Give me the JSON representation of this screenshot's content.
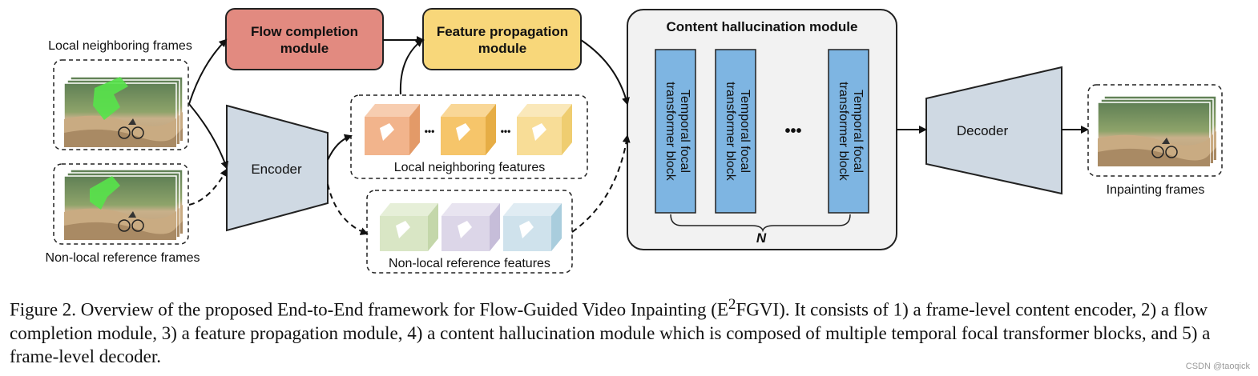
{
  "inputs": {
    "local_frames_label": "Local neighboring frames",
    "nonlocal_frames_label": "Non-local reference frames"
  },
  "modules": {
    "flow_completion": [
      "Flow completion",
      "module"
    ],
    "feature_propagation": [
      "Feature propagation",
      "module"
    ],
    "encoder": "Encoder",
    "decoder": "Decoder",
    "content_hallucination": "Content hallucination module",
    "transformer_block": [
      "Temporal focal",
      "transformer block"
    ],
    "ellipsis": "•••",
    "repeat_label": "N"
  },
  "features": {
    "local_label": "Local neighboring features",
    "nonlocal_label": "Non-local reference features",
    "ellipsis": "•••"
  },
  "outputs": {
    "inpainting_label": "Inpainting frames"
  },
  "caption": {
    "prefix": "Figure 2. Overview of the proposed End-to-End framework for Flow-Guided Video Inpainting (E",
    "sup": "2",
    "suffix": "FGVI). It consists of 1) a frame-level content encoder, 2) a flow completion module, 3) a feature propagation module, 4) a content hallucination module which is composed of multiple temporal focal transformer blocks, and 5) a frame-level decoder."
  },
  "watermark": "CSDN @taoqick",
  "colors": {
    "flow_module": "#e28a80",
    "propagation_module": "#f8d77a",
    "encoder_decoder": "#cfd9e3",
    "transformer_block": "#7eb5e2",
    "hallucination_bg": "#f2f2f2",
    "local_cubes": [
      "#f2b48c",
      "#f6c56a",
      "#f8dd97"
    ],
    "nonlocal_cubes": [
      "#d9e6c5",
      "#dcd6e8",
      "#cfe2ec"
    ],
    "inpaint_mask": "#57e34a"
  }
}
